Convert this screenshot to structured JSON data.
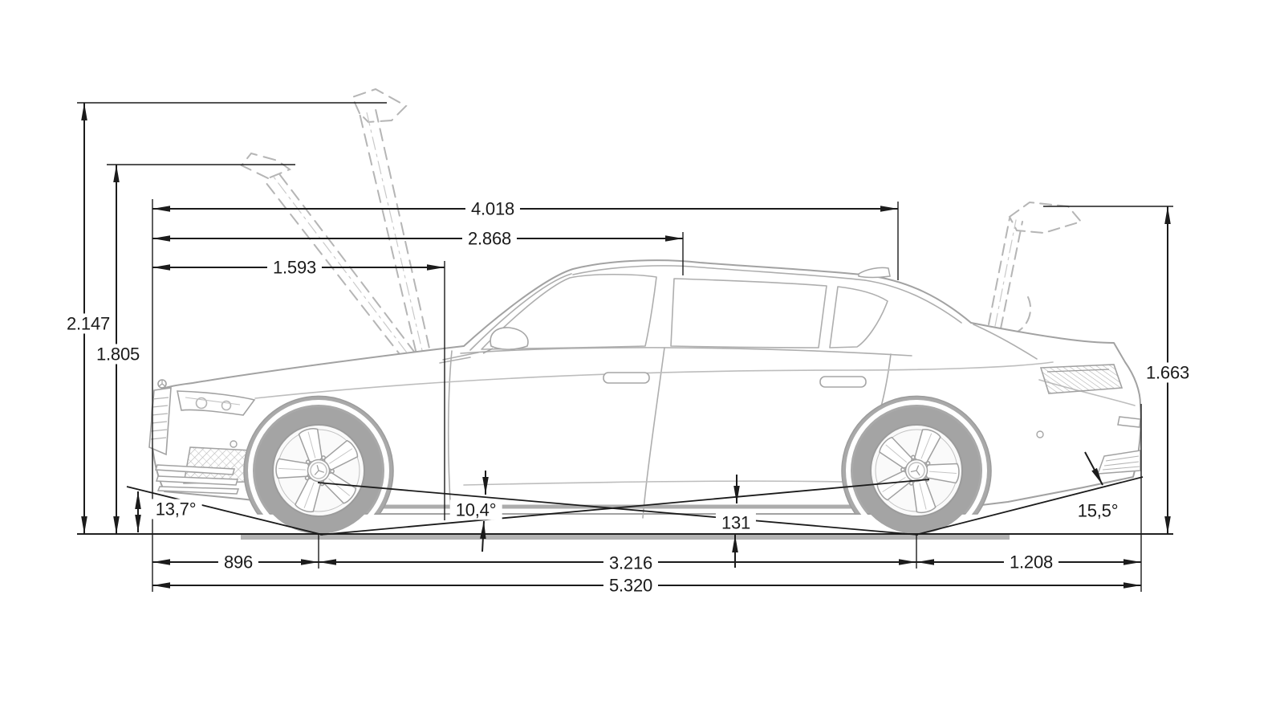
{
  "colors": {
    "dimension_line": "#1b1b1b",
    "artwork_line": "#a6a6a6",
    "artwork_fill": "#a9a9a9",
    "background": "#ffffff"
  },
  "dimensions": {
    "top_lengths": [
      {
        "name": "upper-length-outer",
        "value": "4.018"
      },
      {
        "name": "upper-length-middle",
        "value": "2.868"
      },
      {
        "name": "upper-length-inner",
        "value": "1.593"
      }
    ],
    "heights": [
      {
        "name": "height-open-hood-max",
        "value": "2.147"
      },
      {
        "name": "height-open-hood-service",
        "value": "1.805"
      },
      {
        "name": "height-open-trunk",
        "value": "1.663"
      }
    ],
    "bottom_lengths": [
      {
        "name": "front-overhang",
        "value": "896"
      },
      {
        "name": "wheelbase",
        "value": "3.216"
      },
      {
        "name": "rear-overhang",
        "value": "1.208"
      },
      {
        "name": "overall-length",
        "value": "5.320"
      }
    ],
    "angles": [
      {
        "name": "approach-angle",
        "value": "13,7°"
      },
      {
        "name": "ramp-angle",
        "value": "10,4°"
      },
      {
        "name": "departure-angle",
        "value": "15,5°"
      }
    ],
    "ground_clearance": {
      "name": "ground-clearance",
      "value": "131"
    }
  }
}
